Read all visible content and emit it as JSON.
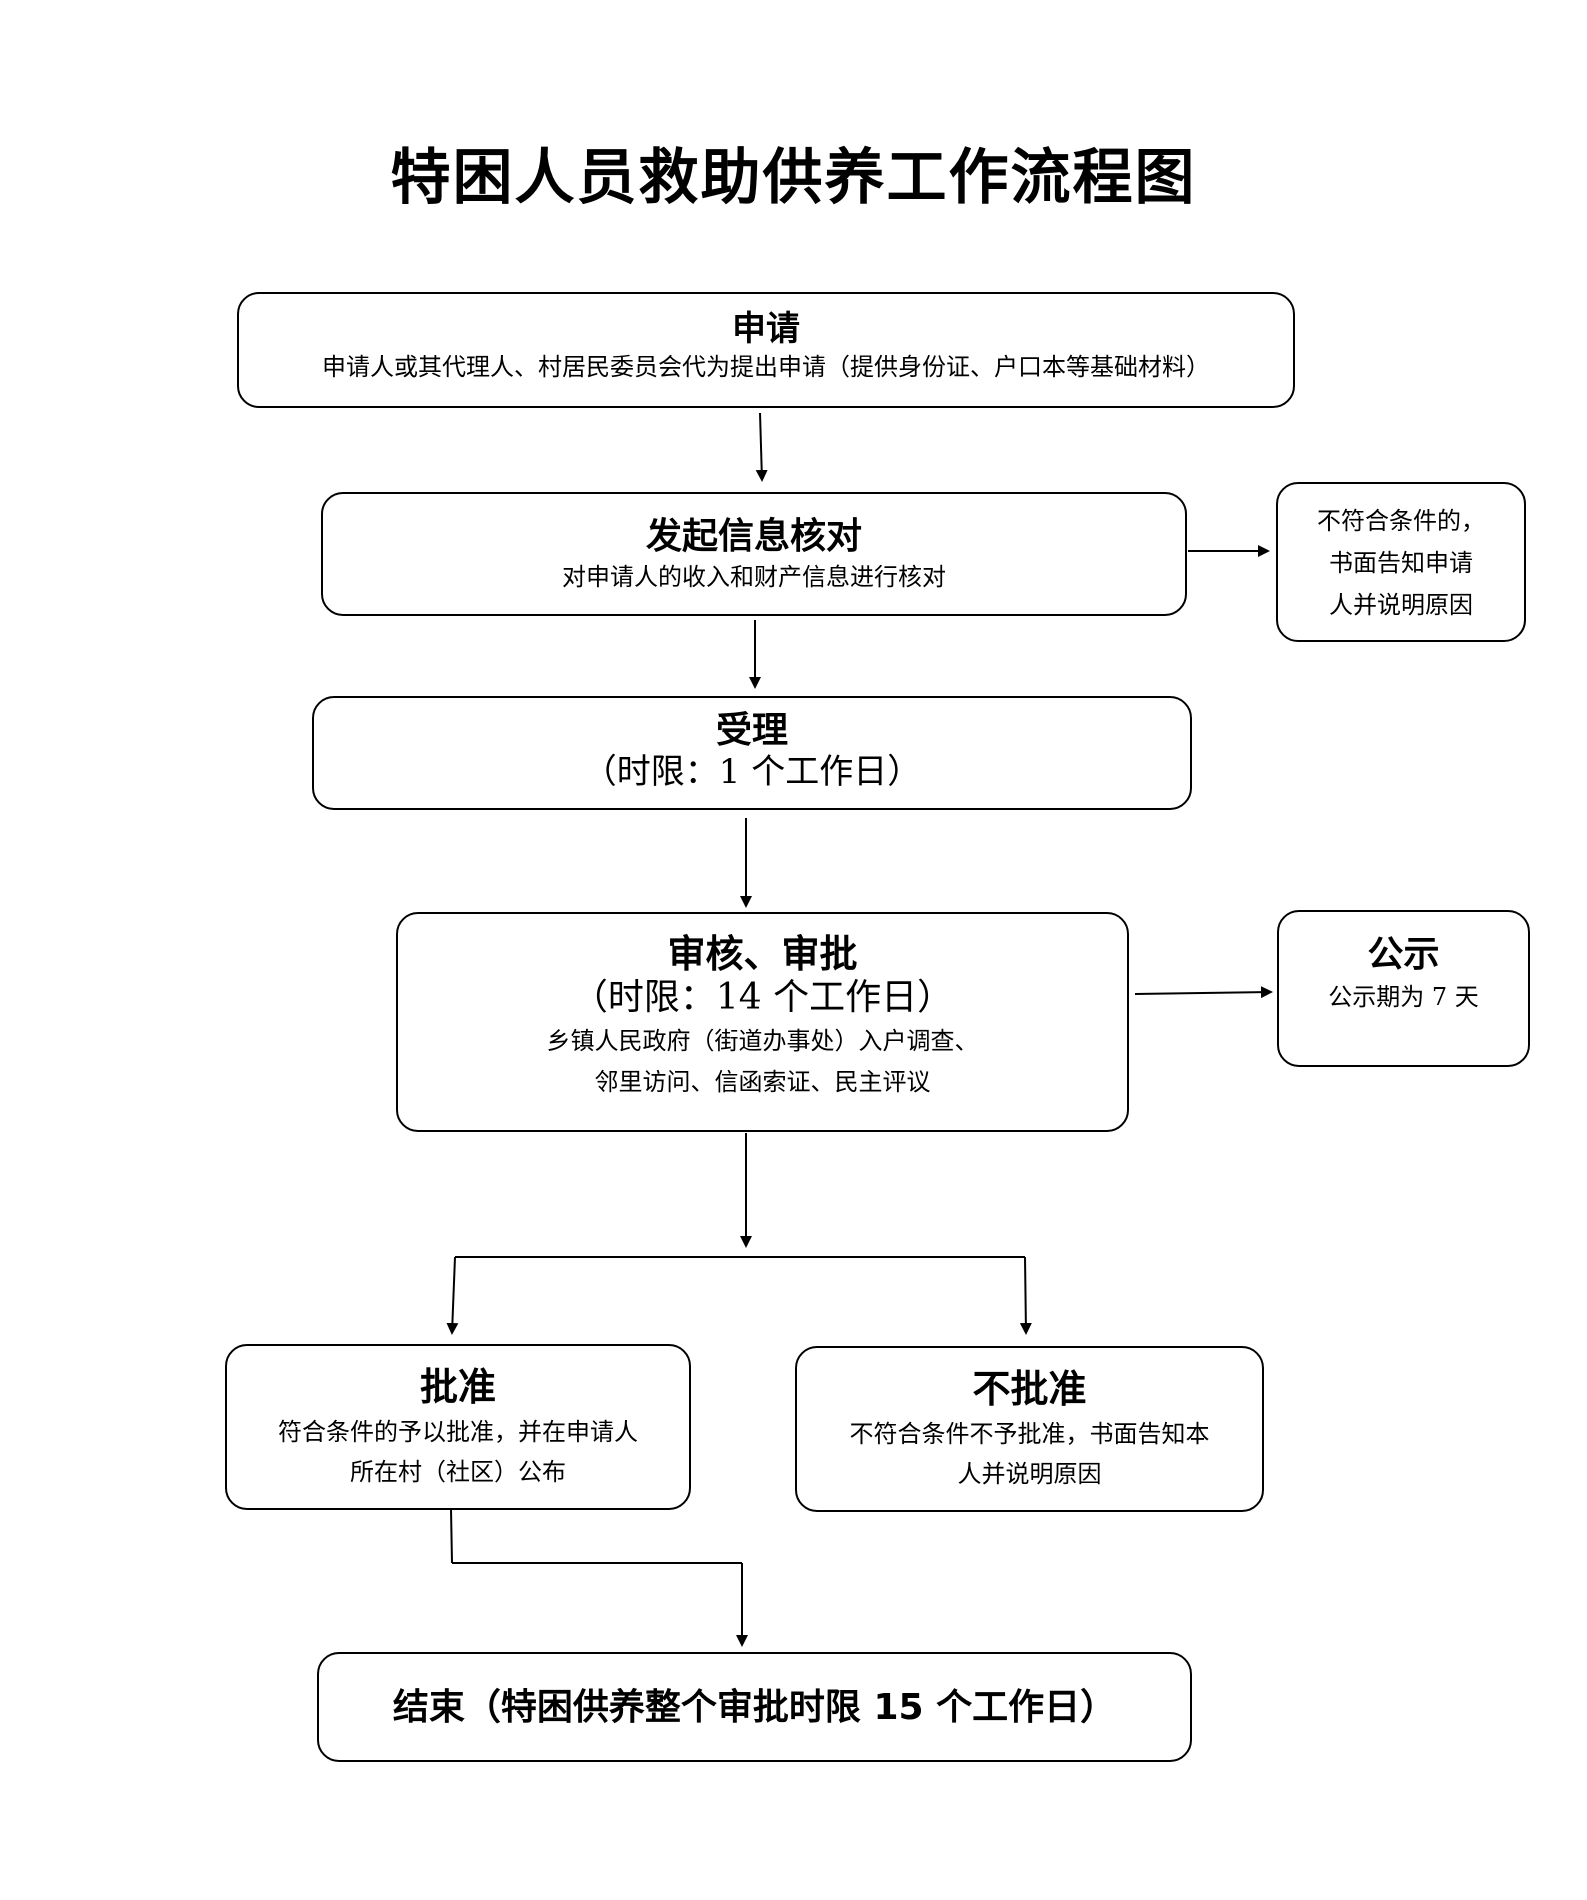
{
  "title": "特困人员救助供养工作流程图",
  "apply": {
    "heading": "申请",
    "detail": "申请人或其代理人、村居民委员会代为提出申请（提供身份证、户口本等基础材料）"
  },
  "verify": {
    "heading": "发起信息核对",
    "detail": "对申请人的收入和财产信息进行核对"
  },
  "reject_notice": {
    "lines": [
      "不符合条件的，",
      "书面告知申请",
      "人并说明原因"
    ]
  },
  "accept": {
    "heading": "受理",
    "limit": "（时限：1 个工作日）"
  },
  "review": {
    "heading": "审核、审批",
    "limit": "（时限：14 个工作日）",
    "detail_lines": [
      "乡镇人民政府（街道办事处）入户调查、",
      "邻里访问、信函索证、民主评议"
    ]
  },
  "publicity": {
    "heading": "公示",
    "detail": "公示期为 7 天"
  },
  "approve": {
    "heading": "批准",
    "detail_lines": [
      "符合条件的予以批准，并在申请人",
      "所在村（社区）公布"
    ]
  },
  "deny": {
    "heading": "不批准",
    "detail_lines": [
      "不符合条件不予批准，书面告知本",
      "人并说明原因"
    ]
  },
  "end": {
    "text": "结束（特困供养整个审批时限 15 个工作日）"
  }
}
